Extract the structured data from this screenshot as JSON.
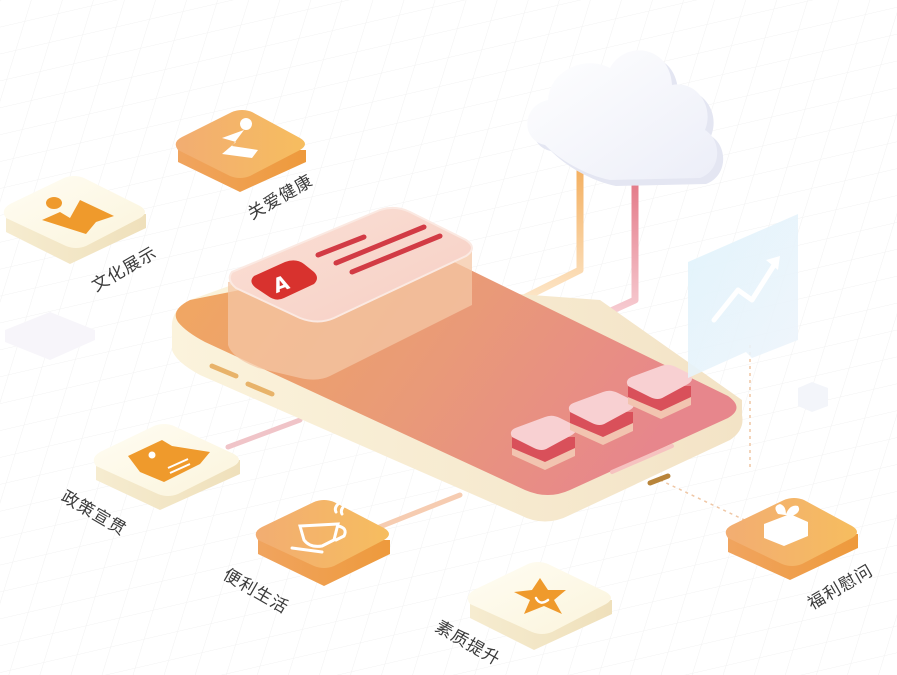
{
  "illustration": {
    "title": "Mobile service platform isometric illustration",
    "phone": {
      "app_logo_letter": "A",
      "app_buttons_count": 3
    },
    "cloud": {
      "icon": "cloud-icon"
    },
    "chart_panel": {
      "icon": "trend-up-arrow-icon"
    },
    "modules": [
      {
        "id": "care-health",
        "label": "关爱健康",
        "icon": "running-person-icon",
        "style": "orange"
      },
      {
        "id": "culture-display",
        "label": "文化展示",
        "icon": "open-book-person-icon",
        "style": "cream"
      },
      {
        "id": "policy-publicity",
        "label": "政策宣贯",
        "icon": "document-star-icon",
        "style": "cream"
      },
      {
        "id": "convenient-life",
        "label": "便利生活",
        "icon": "coffee-cup-icon",
        "style": "orange"
      },
      {
        "id": "quality-improvement",
        "label": "素质提升",
        "icon": "star-badge-icon",
        "style": "cream"
      },
      {
        "id": "welfare-condolence",
        "label": "福利慰问",
        "icon": "gift-icon",
        "style": "orange"
      }
    ]
  },
  "colors": {
    "orange_tile": "#f4a65a",
    "cream_tile": "#fbf6e4",
    "icon_orange": "#ef9a2c",
    "phone_screen_start": "#f0a45e",
    "phone_screen_end": "#e8868a",
    "logo_red": "#d8322e",
    "label_gray": "#3a3a3a"
  }
}
